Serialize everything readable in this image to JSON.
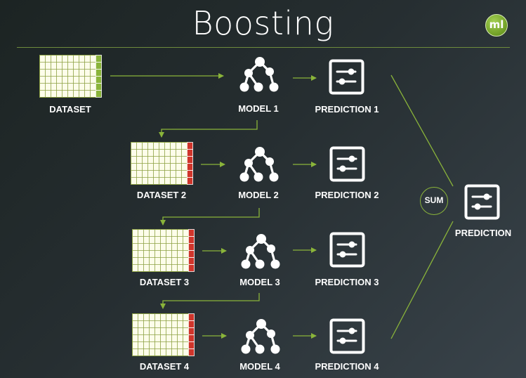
{
  "title": "Boosting",
  "logo_text": "ml",
  "colors": {
    "accent_green": "#8ab43a",
    "weight_red": "#d0352b",
    "grid_bg": "#fdfdea"
  },
  "rows": [
    {
      "dataset_label": "DATASET",
      "model_label": "MODEL 1",
      "prediction_label": "PREDICTION 1",
      "weight_color": "green"
    },
    {
      "dataset_label": "DATASET 2",
      "model_label": "MODEL 2",
      "prediction_label": "PREDICTION 2",
      "weight_color": "red"
    },
    {
      "dataset_label": "DATASET 3",
      "model_label": "MODEL 3",
      "prediction_label": "PREDICTION 3",
      "weight_color": "red"
    },
    {
      "dataset_label": "DATASET 4",
      "model_label": "MODEL 4",
      "prediction_label": "PREDICTION 4",
      "weight_color": "red"
    }
  ],
  "sum_label": "SUM",
  "final_label": "PREDICTION",
  "icons": {
    "model": "tree-model-icon",
    "prediction": "sliders-prediction-icon"
  }
}
